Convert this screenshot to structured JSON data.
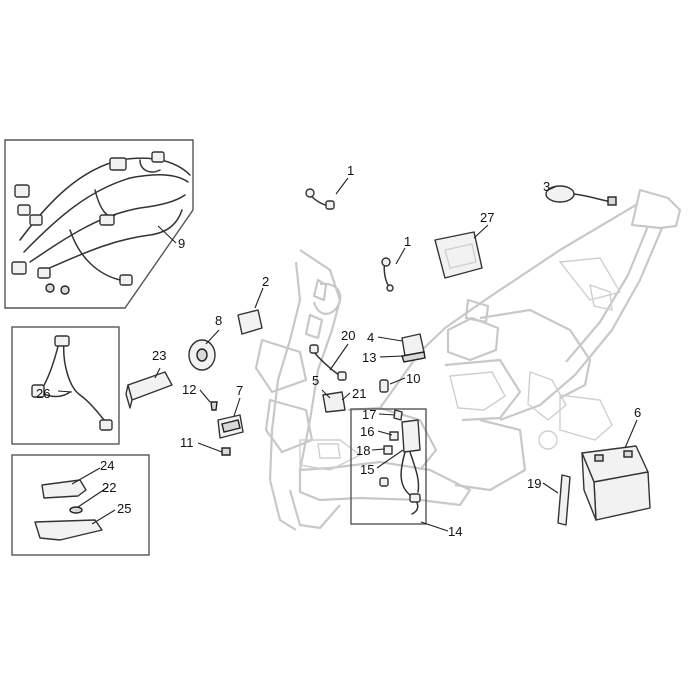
{
  "callouts": [
    {
      "id": "1a",
      "label": "1"
    },
    {
      "id": "1b",
      "label": "1"
    },
    {
      "id": "2",
      "label": "2"
    },
    {
      "id": "3",
      "label": "3"
    },
    {
      "id": "4",
      "label": "4"
    },
    {
      "id": "5",
      "label": "5"
    },
    {
      "id": "6",
      "label": "6"
    },
    {
      "id": "7",
      "label": "7"
    },
    {
      "id": "8",
      "label": "8"
    },
    {
      "id": "9",
      "label": "9"
    },
    {
      "id": "10",
      "label": "10"
    },
    {
      "id": "11",
      "label": "11"
    },
    {
      "id": "12",
      "label": "12"
    },
    {
      "id": "13",
      "label": "13"
    },
    {
      "id": "14",
      "label": "14"
    },
    {
      "id": "15",
      "label": "15"
    },
    {
      "id": "16",
      "label": "16"
    },
    {
      "id": "17",
      "label": "17"
    },
    {
      "id": "18",
      "label": "18"
    },
    {
      "id": "19",
      "label": "19"
    },
    {
      "id": "20",
      "label": "20"
    },
    {
      "id": "21",
      "label": "21"
    },
    {
      "id": "22",
      "label": "22"
    },
    {
      "id": "23",
      "label": "23"
    },
    {
      "id": "24",
      "label": "24"
    },
    {
      "id": "25",
      "label": "25"
    },
    {
      "id": "26",
      "label": "26"
    },
    {
      "id": "27",
      "label": "27"
    }
  ]
}
